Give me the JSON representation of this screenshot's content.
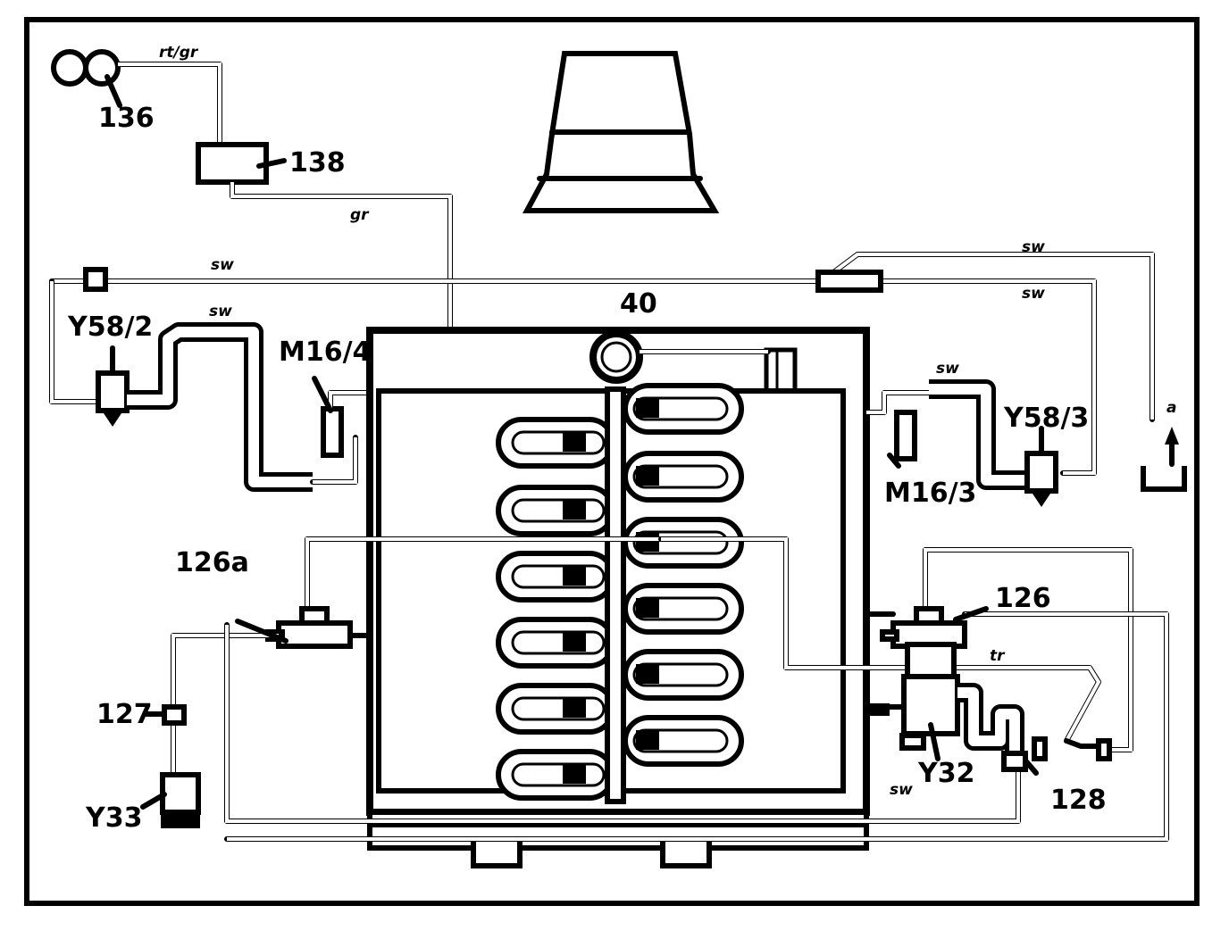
{
  "labels": {
    "c136": "136",
    "c138": "138",
    "c40": "40",
    "y58_2": "Y58/2",
    "m16_4": "M16/4",
    "y58_3": "Y58/3",
    "m16_3": "M16/3",
    "c126a": "126a",
    "c126": "126",
    "c127": "127",
    "y33": "Y33",
    "y32": "Y32",
    "c128": "128"
  },
  "colors": {
    "rt_gr": "rt/gr",
    "gr": "gr",
    "sw_top": "sw",
    "sw_left": "sw",
    "sw_right_top": "sw",
    "sw_right_mid": "sw",
    "sw_m163": "sw",
    "sw_bottom": "sw",
    "tr": "tr"
  },
  "arrow_label": "a",
  "icons": [
    "vacuum-pump-icon",
    "engine-icon",
    "air-cleaner-icon",
    "arrow-up-icon"
  ]
}
